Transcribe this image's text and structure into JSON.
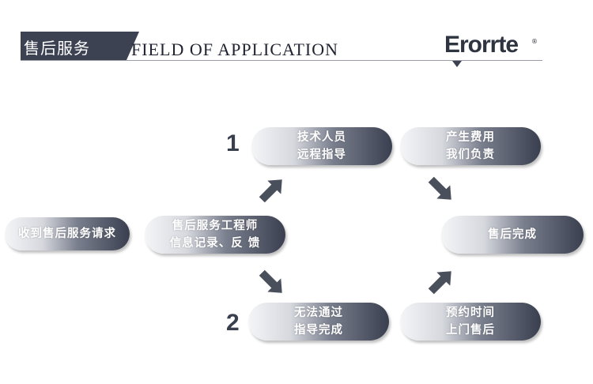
{
  "header": {
    "tab_text": "售后服务",
    "title": "FIELD OF APPLICATION",
    "brand": "Erorrte",
    "brand_mark": "®"
  },
  "flow": {
    "start": "收到售后服务请求",
    "engineer": [
      "售后服务工程师",
      "信息记录、反 馈"
    ],
    "step1_number": "1",
    "step2_number": "2",
    "remote": [
      "技术人员",
      "远程指导"
    ],
    "cost": [
      "产生费用",
      "我们负责"
    ],
    "complete": "售后完成",
    "fail": [
      "无法通过",
      "指导完成"
    ],
    "visit": [
      "预约时间",
      "上门售后"
    ]
  },
  "colors": {
    "dark": "#3a3f4f",
    "light": "#f4f5f7",
    "arrow": "#4a4f5c"
  }
}
